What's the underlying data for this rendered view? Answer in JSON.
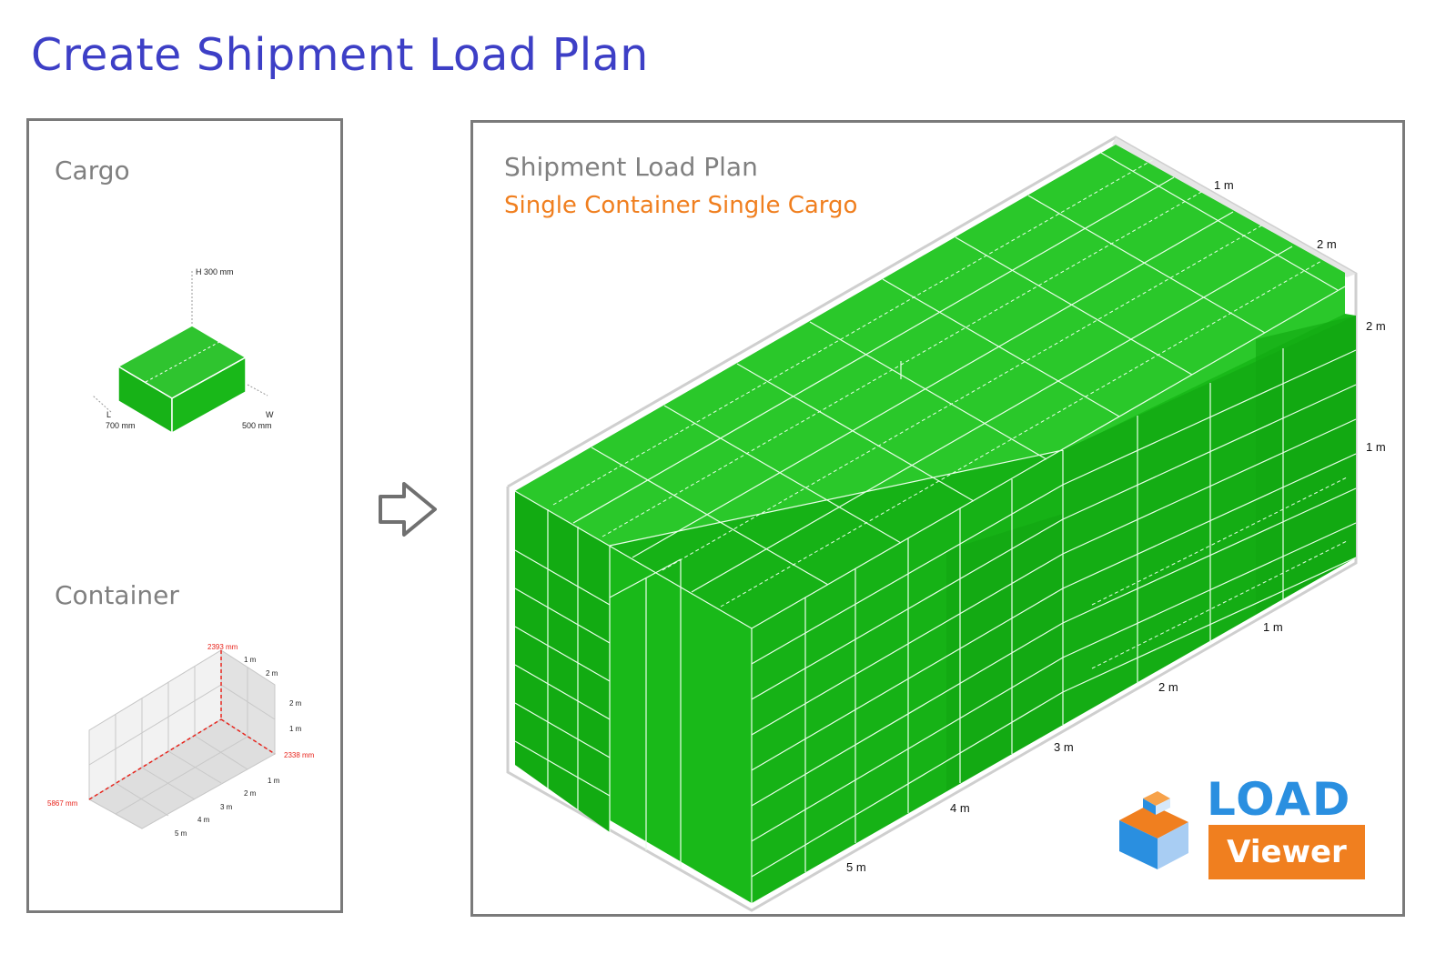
{
  "page": {
    "title": "Create Shipment Load Plan"
  },
  "cargo": {
    "label": "Cargo",
    "height_label": "H 300 mm",
    "length_axis": "L",
    "length_value": "700 mm",
    "width_axis": "W",
    "width_value": "500 mm"
  },
  "container": {
    "label": "Container",
    "height_dim": "2393 mm",
    "width_dim": "2338 mm",
    "length_dim": "5867 mm",
    "ticks_top": [
      "1 m",
      "2 m"
    ],
    "ticks_side": [
      "2 m",
      "1 m"
    ],
    "ticks_front": [
      "1 m",
      "2 m",
      "3 m",
      "4 m",
      "5 m"
    ]
  },
  "arrow": {
    "icon": "right-arrow-icon"
  },
  "plan": {
    "title": "Shipment Load Plan",
    "subtitle": "Single Container Single Cargo",
    "ticks_top": [
      "1 m",
      "2 m"
    ],
    "ticks_side": [
      "2 m",
      "1 m"
    ],
    "ticks_front": [
      "1 m",
      "2 m",
      "3 m",
      "4 m",
      "5 m"
    ]
  },
  "logo": {
    "word": "LOAD",
    "badge": "Viewer"
  },
  "colors": {
    "title": "#3d3fc6",
    "cargo_green": "#17b217",
    "container_dim_red": "#e8241c",
    "subtitle_orange": "#f07f1f",
    "logo_blue": "#2a8fe0"
  }
}
